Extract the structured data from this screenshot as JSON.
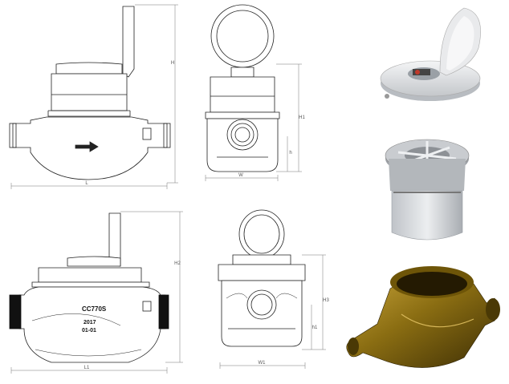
{
  "views": {
    "top_side": {
      "dims": {
        "overall_length": "L",
        "overall_height": "H"
      }
    },
    "top_front": {
      "dims": {
        "width": "W",
        "h1": "H1",
        "h2": "h"
      }
    },
    "bottom_side": {
      "dims": {
        "overall_length": "L1",
        "overall_height": "H2"
      },
      "marking": {
        "model": "CC770S",
        "year": "2017",
        "serial": "01-01"
      }
    },
    "bottom_front": {
      "dims": {
        "width": "W1",
        "h1": "H3",
        "h2": "h1"
      }
    }
  },
  "colors": {
    "line": "#222222",
    "dim": "#777777",
    "brass": "#8a6d12",
    "brass_dark": "#3d2e05",
    "cap_grey": "#cfd2d6",
    "body_grey": "#e6e7e9"
  },
  "renders": {
    "register_cover": "open-lid-register-icon",
    "mechanism": "insert-mechanism-icon",
    "brass_body": "brass-body-icon"
  }
}
